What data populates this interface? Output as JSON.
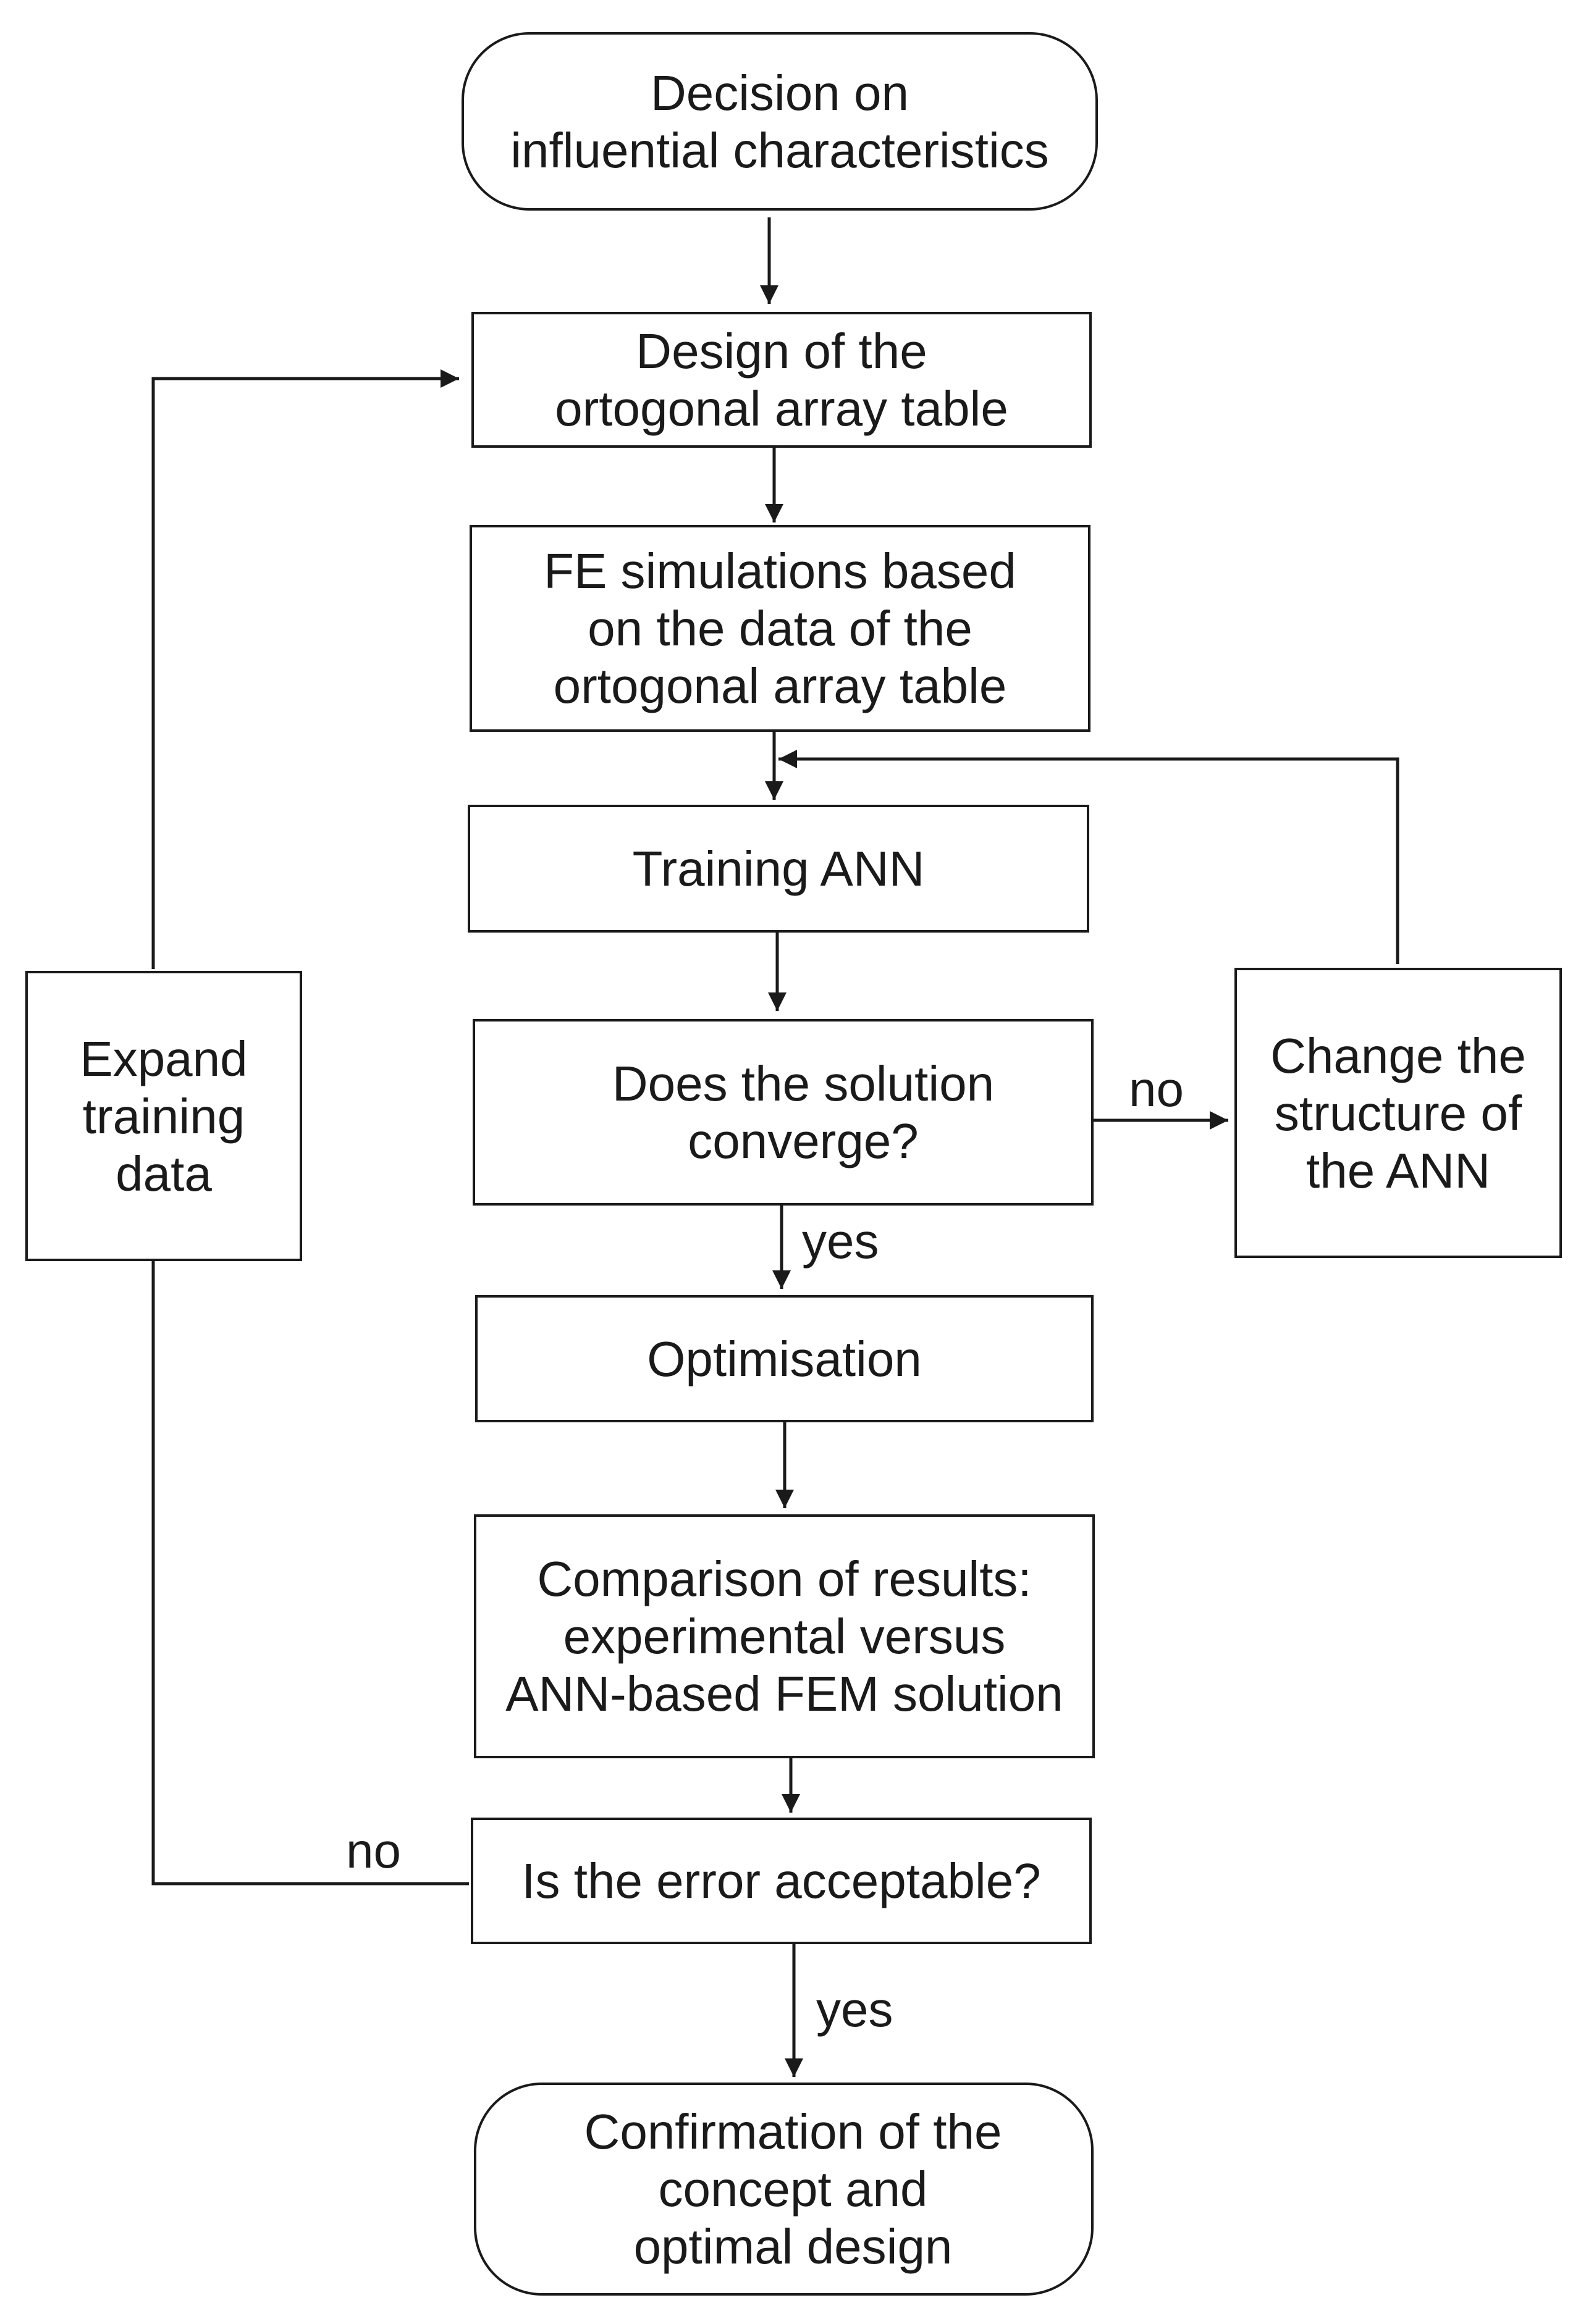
{
  "nodes": {
    "start": {
      "lines": [
        "Decision on",
        "influential characteristics"
      ]
    },
    "design_array": {
      "lines": [
        "Design of the",
        "ortogonal array table"
      ]
    },
    "fe_simulations": {
      "lines": [
        "FE simulations based",
        "on the data of the",
        "ortogonal array table"
      ]
    },
    "training_ann": {
      "lines": [
        "Training ANN"
      ]
    },
    "converge_check": {
      "lines": [
        "Does the solution",
        "converge?"
      ]
    },
    "change_structure": {
      "lines": [
        "Change the",
        "structure of",
        "the ANN"
      ]
    },
    "expand_data": {
      "lines": [
        "Expand",
        "training",
        "data"
      ]
    },
    "optimisation": {
      "lines": [
        "Optimisation"
      ]
    },
    "comparison": {
      "lines": [
        "Comparison of results:",
        "experimental versus",
        "ANN-based FEM solution"
      ]
    },
    "error_check": {
      "lines": [
        "Is the error acceptable?"
      ]
    },
    "end": {
      "lines": [
        "Confirmation of the",
        "concept and",
        "optimal design"
      ]
    }
  },
  "edge_labels": {
    "converge_no": "no",
    "converge_yes": "yes",
    "error_no": "no",
    "error_yes": "yes"
  },
  "colors": {
    "stroke": "#1a1a1a",
    "background": "#ffffff"
  }
}
